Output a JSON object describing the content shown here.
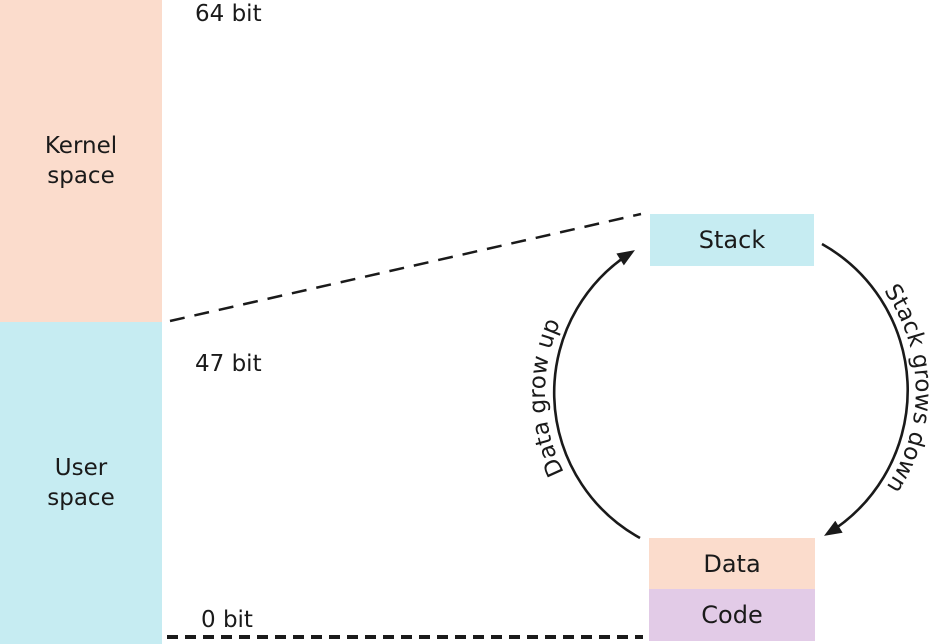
{
  "memory_bar": {
    "kernel_label": "Kernel space",
    "user_label": "User space"
  },
  "address_marks": {
    "top": "64 bit",
    "middle": "47 bit",
    "bottom": "0 bit"
  },
  "segments": {
    "stack_label": "Stack",
    "data_label": "Data",
    "code_label": "Code"
  },
  "arrow_labels": {
    "data_growth": "Data grow up",
    "stack_growth": "Stack grows down"
  },
  "colors": {
    "kernel_fill": "#fbdccc",
    "user_fill": "#c6ecf2",
    "stack_fill": "#c6ecf2",
    "data_fill": "#fbdccc",
    "code_fill": "#e2cbe7",
    "line": "#1a1a1a"
  }
}
